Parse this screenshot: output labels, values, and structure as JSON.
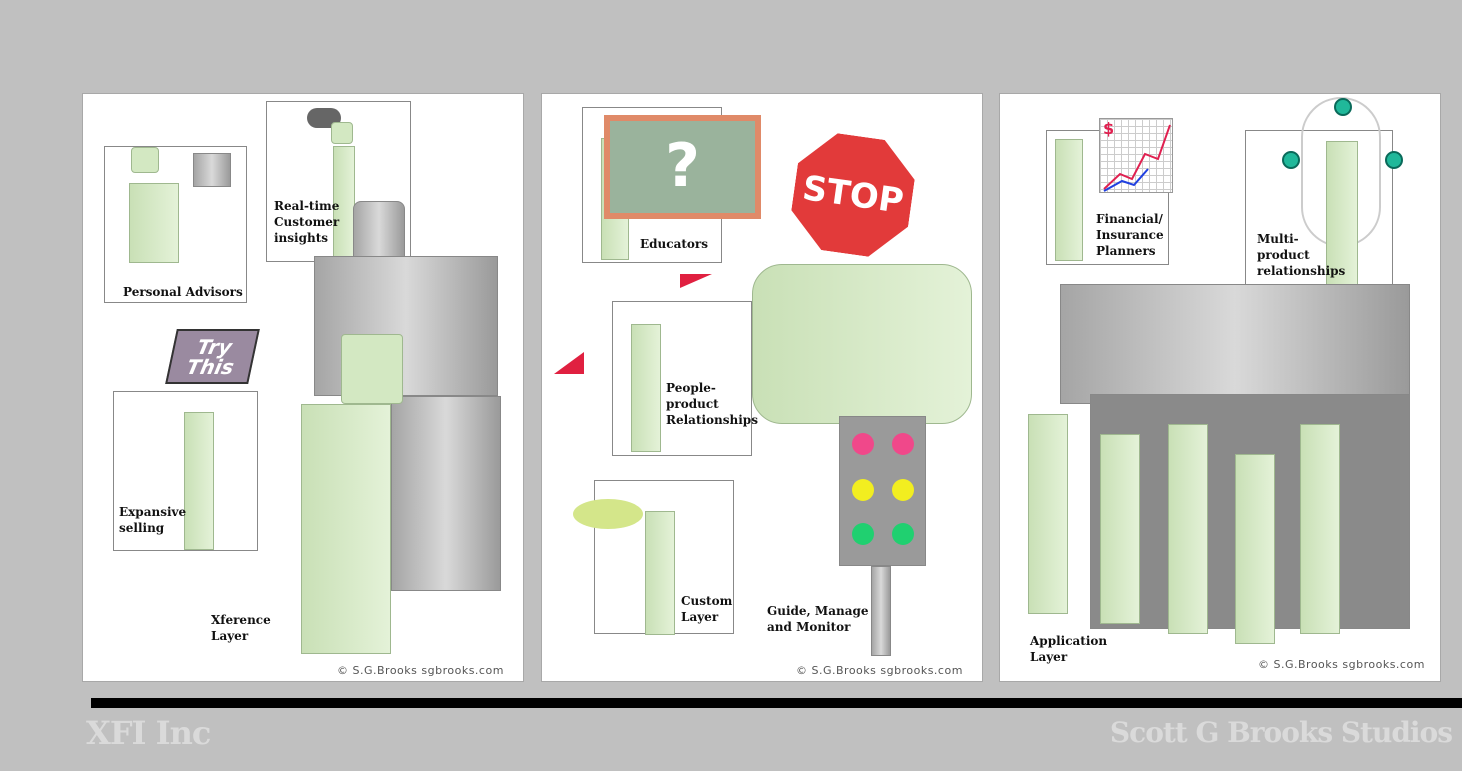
{
  "panels": [
    {
      "labels": {
        "personal_advisors": "Personal Advisors",
        "realtime": "Real-time\nCustomer\ninsights",
        "expansive": "Expansive\nselling",
        "xference": "Xference\nLayer"
      },
      "sign": "Try\nThis",
      "copyright": "© S.G.Brooks   sgbrooks.com"
    },
    {
      "labels": {
        "educators": "Educators",
        "people_product": "People-\nproduct\nRelationships",
        "custom": "Custom\nLayer",
        "guide": "Guide, Manage\nand Monitor"
      },
      "stop": "STOP",
      "board": "?",
      "copyright": "© S.G.Brooks   sgbrooks.com"
    },
    {
      "labels": {
        "financial": "Financial/\nInsurance\nPlanners",
        "multi": "Multi-\nproduct\nrelationships",
        "application": "Application\nLayer"
      },
      "chart_symbol": "$",
      "copyright": "© S.G.Brooks   sgbrooks.com"
    }
  ],
  "footer": {
    "left": "XFI Inc",
    "right": "Scott G Brooks Studios"
  }
}
